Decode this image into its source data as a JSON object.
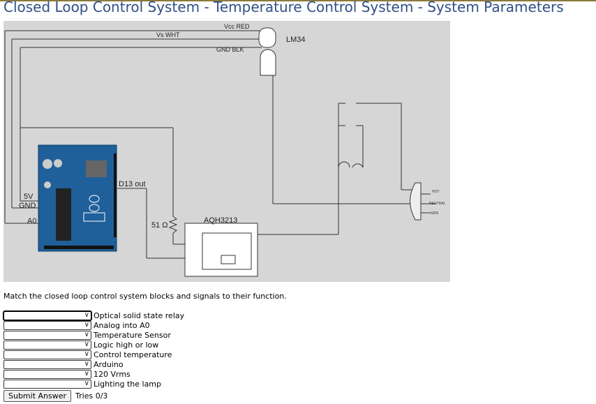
{
  "page": {
    "title": "Closed Loop Control System - Temperature Control System - System Parameters",
    "instructions": "Match the closed loop control system blocks and signals to their function."
  },
  "schematic": {
    "vcc_red": "Vcc RED",
    "vs_wht": "Vs WHT",
    "gnd_blk": "GND BLK",
    "sensor": "LM34",
    "d13": "D13 out",
    "pin_5v": "5V",
    "pin_gnd": "GND",
    "pin_a0": "A0",
    "resistor": "51 Ω",
    "relay": "AQH3213",
    "hot": "HOT",
    "neutral": "NEUTRAL",
    "grn": "GRN"
  },
  "matches": [
    {
      "label": "Optical solid state relay",
      "selected": ""
    },
    {
      "label": "Analog into A0",
      "selected": ""
    },
    {
      "label": "Temperature Sensor",
      "selected": ""
    },
    {
      "label": "Logic high or low",
      "selected": ""
    },
    {
      "label": "Control temperature",
      "selected": ""
    },
    {
      "label": "Arduino",
      "selected": ""
    },
    {
      "label": "120 Vrms",
      "selected": ""
    },
    {
      "label": "Lighting the lamp",
      "selected": ""
    }
  ],
  "actions": {
    "submit_label": "Submit Answer",
    "tries": "Tries 0/3"
  },
  "colors": {
    "title": "#2f4f86",
    "schematic_bg": "#d6d6d6",
    "arduino_board": "#1f5f9a"
  }
}
